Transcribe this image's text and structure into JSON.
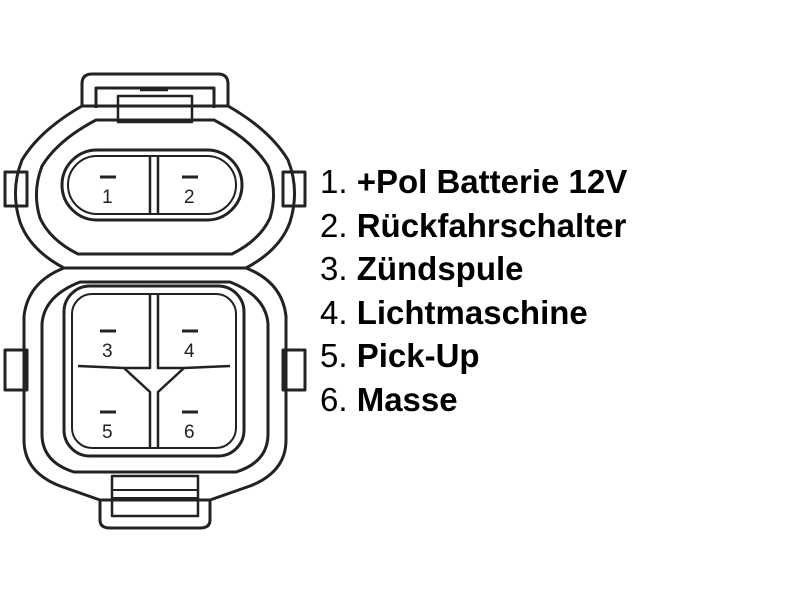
{
  "diagram": {
    "pins": [
      {
        "label": "1"
      },
      {
        "label": "2"
      },
      {
        "label": "3"
      },
      {
        "label": "4"
      },
      {
        "label": "5"
      },
      {
        "label": "6"
      }
    ],
    "legend": [
      {
        "number": "1.",
        "text": "+Pol Batterie 12V"
      },
      {
        "number": "2.",
        "text": "Rückfahrschalter"
      },
      {
        "number": "3.",
        "text": "Zündspule"
      },
      {
        "number": "4.",
        "text": "Lichtmaschine"
      },
      {
        "number": "5.",
        "text": "Pick-Up"
      },
      {
        "number": "6.",
        "text": "Masse"
      }
    ]
  }
}
